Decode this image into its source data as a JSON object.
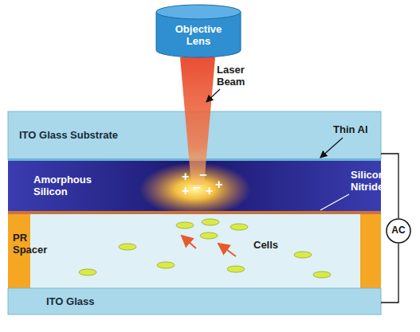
{
  "diagram": {
    "nodes": [
      {
        "text": [
          "Objective Lens"
        ]
      },
      {
        "text": [
          "ITO Glass Substrate"
        ]
      },
      {
        "text": [
          "Amorphous Silicon"
        ]
      },
      {
        "text": [
          "PR Spacer"
        ]
      },
      {
        "text": [
          "ITO Glass"
        ]
      },
      {
        "text": [
          "AC"
        ]
      }
    ],
    "edges": [
      {
        "from": 1,
        "to": 5,
        "arrow": "none"
      },
      {
        "from": 5,
        "to": 4,
        "arrow": "none"
      }
    ],
    "labels": [
      "Laser Beam",
      "Thin Al",
      "Silicon Nitride",
      "Cells",
      "+",
      "−",
      "+",
      "−",
      "+",
      "+"
    ]
  }
}
